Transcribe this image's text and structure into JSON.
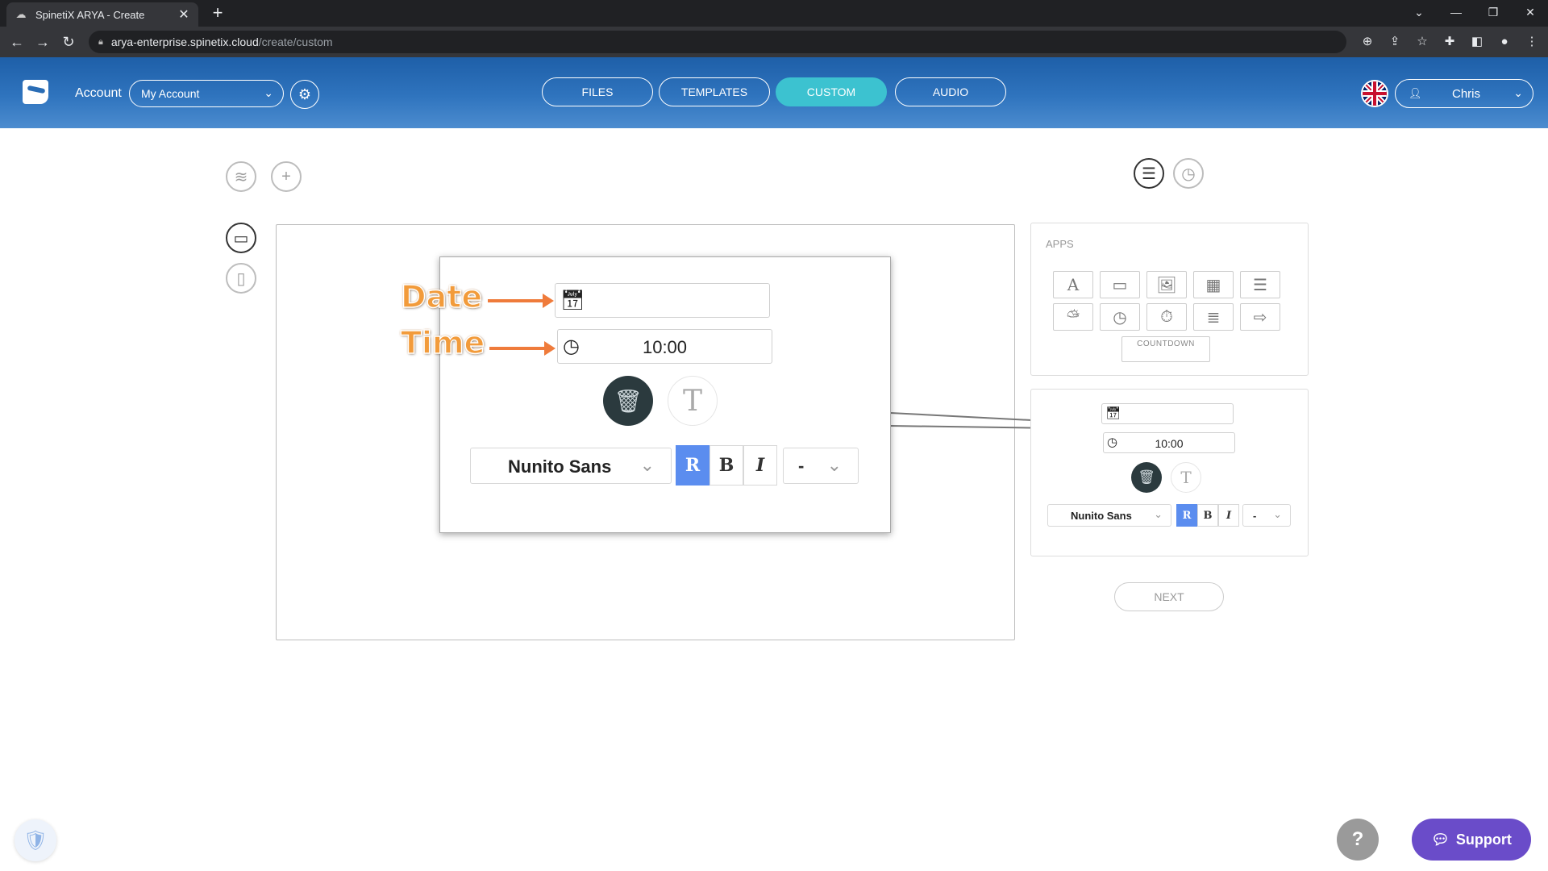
{
  "browser": {
    "tab_title": "SpinetiX ARYA - Create",
    "tab_close": "✕",
    "new_tab": "+",
    "url_host": "arya-enterprise.spinetix.cloud",
    "url_path": "/create/custom"
  },
  "header": {
    "account_label": "Account",
    "account_value": "My Account",
    "nav": [
      {
        "label": "FILES"
      },
      {
        "label": "TEMPLATES"
      },
      {
        "label": "CUSTOM",
        "active": true
      },
      {
        "label": "AUDIO"
      }
    ],
    "user_name": "Chris"
  },
  "popup": {
    "date_annotation": "Date",
    "time_annotation": "Time",
    "date_value": "",
    "time_value": "10:00",
    "font_family": "Nunito Sans",
    "style_regular": "R",
    "style_bold": "B",
    "style_italic": "I",
    "size_value": "-"
  },
  "panel": {
    "apps_label": "APPS",
    "countdown_label": "COUNTDOWN",
    "time_value": "10:00",
    "font_family": "Nunito Sans",
    "style_regular": "R",
    "style_bold": "B",
    "style_italic": "I",
    "size_value": "-",
    "next_label": "NEXT"
  },
  "footer": {
    "help_label": "?",
    "support_label": "Support"
  },
  "colors": {
    "header_blue": "#2f74be",
    "active_tab": "#3cc2d0",
    "style_active": "#5b8def",
    "annotation": "#f29b3b",
    "support": "#6a4cc9"
  }
}
